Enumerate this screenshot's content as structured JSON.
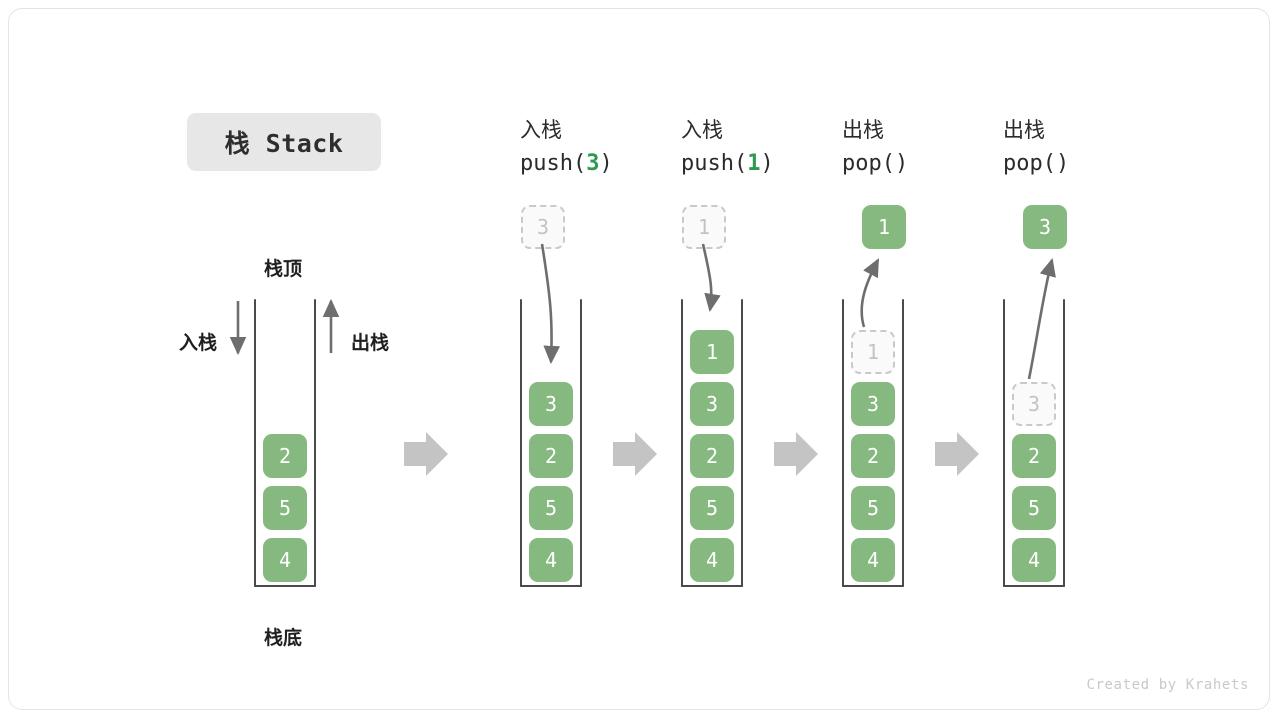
{
  "title": {
    "badge": "栈 Stack"
  },
  "legend": {
    "top_label": "栈顶",
    "bottom_label": "栈底",
    "push_label": "入栈",
    "pop_label": "出栈"
  },
  "credit": "Created by Krahets",
  "colors": {
    "cell_fill": "#86b97f",
    "cell_text": "#ffffff",
    "ghost_fill": "#fafafa",
    "ghost_border": "#c9c9c9",
    "ghost_text": "#c3c3c3",
    "wall": "#4a4a4a",
    "arrow_gray": "#6e6e6e",
    "flow_arrow": "#c4c4c4",
    "accent_number": "#2e9950",
    "badge_bg": "#e7e7e7"
  },
  "columns": [
    {
      "id": "initial",
      "head_cjk": "",
      "head_code": "",
      "stack": [
        "2",
        "5",
        "4"
      ],
      "ghost_in_stack": null,
      "incoming": null,
      "popped": null
    },
    {
      "id": "push-3",
      "head_cjk": "入栈",
      "head_code_prefix": "push(",
      "head_code_num": "3",
      "head_code_suffix": ")",
      "stack": [
        "3",
        "2",
        "5",
        "4"
      ],
      "ghost_in_stack": null,
      "incoming": "3",
      "popped": null
    },
    {
      "id": "push-1",
      "head_cjk": "入栈",
      "head_code_prefix": "push(",
      "head_code_num": "1",
      "head_code_suffix": ")",
      "stack": [
        "1",
        "3",
        "2",
        "5",
        "4"
      ],
      "ghost_in_stack": null,
      "incoming": "1",
      "popped": null
    },
    {
      "id": "pop-1",
      "head_cjk": "出栈",
      "head_code_prefix": "pop(",
      "head_code_num": "",
      "head_code_suffix": ")",
      "stack": [
        "3",
        "2",
        "5",
        "4"
      ],
      "ghost_in_stack": "1",
      "incoming": null,
      "popped": "1"
    },
    {
      "id": "pop-3",
      "head_cjk": "出栈",
      "head_code_prefix": "pop(",
      "head_code_num": "",
      "head_code_suffix": ")",
      "stack": [
        "2",
        "5",
        "4"
      ],
      "ghost_in_stack": "3",
      "incoming": null,
      "popped": "3"
    }
  ],
  "flow_arrows": 4
}
